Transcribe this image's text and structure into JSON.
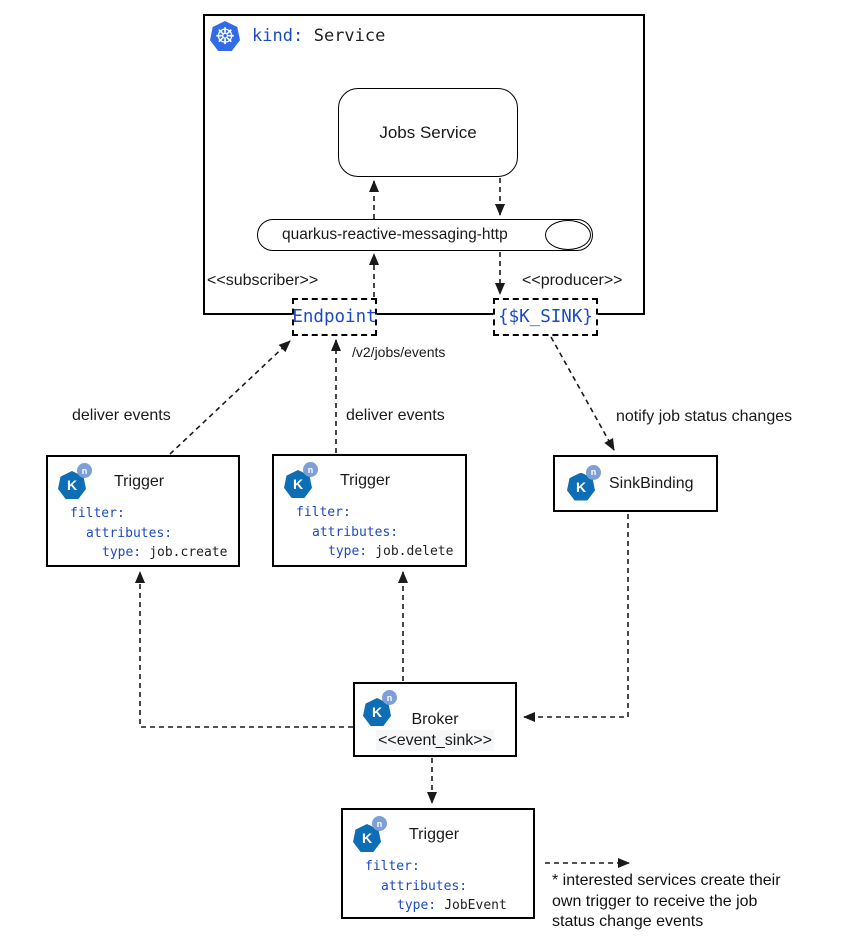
{
  "colors": {
    "k8s_blue": "#326CE5",
    "knative_blue": "#0d6db5",
    "knative_badge_blue": "#7e9fd6",
    "key_blue": "#1d4ac2",
    "line_black": "#1a1a1a"
  },
  "icons": {
    "kubernetes_helm_glyph": "☸",
    "knative_letter": "K",
    "knative_badge_letter": "n"
  },
  "service_group": {
    "kind_key": "kind:",
    "kind_value": "Service",
    "jobs_service_label": "Jobs Service",
    "channel_label": "quarkus-reactive-messaging-http",
    "subscriber_stereotype": "<<subscriber>>",
    "producer_stereotype": "<<producer>>",
    "endpoint_port": "Endpoint",
    "sink_port": "{$K_SINK}"
  },
  "edge_labels": {
    "events_path": "/v2/jobs/events",
    "deliver_events_left": "deliver events",
    "deliver_events_mid": "deliver events",
    "notify": "notify job status changes"
  },
  "triggers": [
    {
      "title": "Trigger",
      "filter_key": "filter:",
      "attributes_key": "attributes:",
      "type_key": "type:",
      "type_value": "job.create"
    },
    {
      "title": "Trigger",
      "filter_key": "filter:",
      "attributes_key": "attributes:",
      "type_key": "type:",
      "type_value": "job.delete"
    },
    {
      "title": "Trigger",
      "filter_key": "filter:",
      "attributes_key": "attributes:",
      "type_key": "type:",
      "type_value": "JobEvent"
    }
  ],
  "sink_binding": {
    "title": "SinkBinding"
  },
  "broker": {
    "title": "Broker",
    "stereotype": "<<event_sink>>"
  },
  "annotation": {
    "lines": [
      "* interested services create their",
      "own trigger to receive the job",
      "status change events"
    ]
  }
}
